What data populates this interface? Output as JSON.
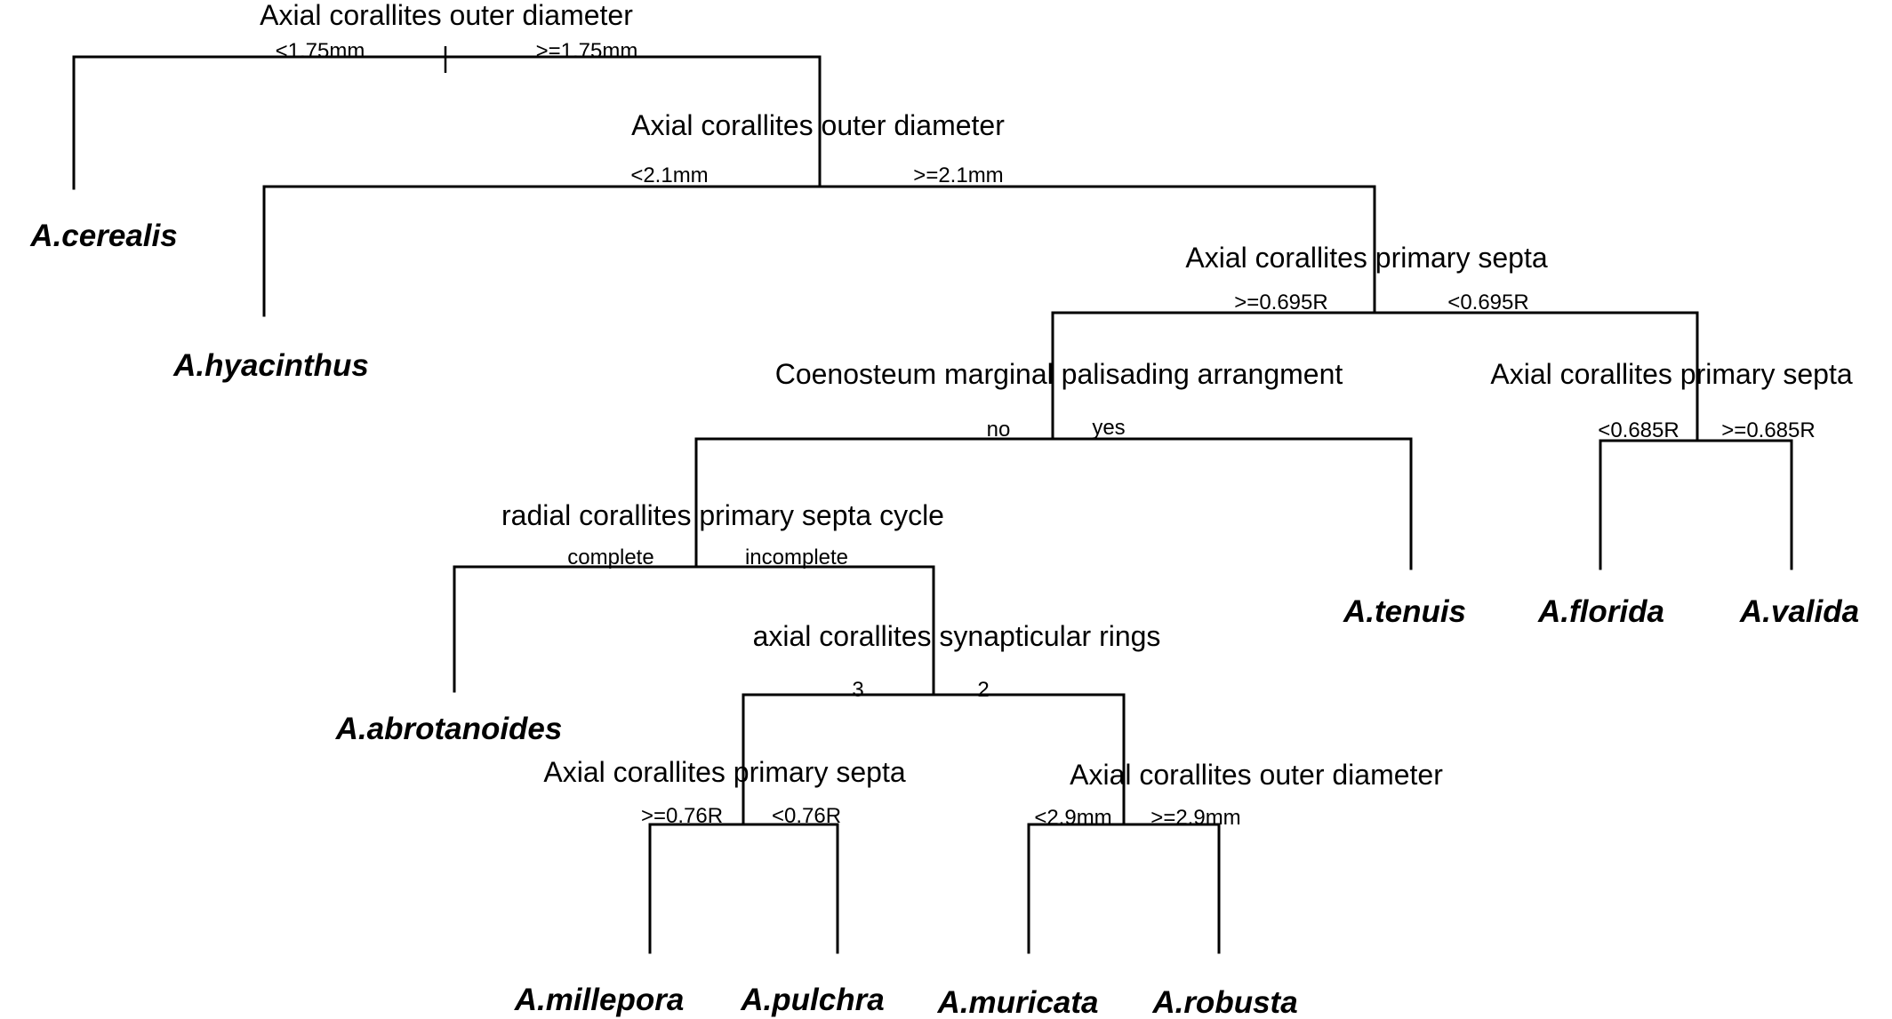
{
  "tree": {
    "nodes": {
      "n_outer_175": {
        "split": "Axial corallites outer diameter",
        "left_condition": "<1.75mm",
        "right_condition": ">=1.75mm"
      },
      "n_outer_21": {
        "split": "Axial corallites outer diameter",
        "left_condition": "<2.1mm",
        "right_condition": ">=2.1mm"
      },
      "n_septa_0695": {
        "split": "Axial corallites primary septa",
        "left_condition": ">=0.695R",
        "right_condition": "<0.695R"
      },
      "n_palisading": {
        "split": "Coenosteum marginal palisading arrangment",
        "left_condition": "no",
        "right_condition": "yes"
      },
      "n_septa_0685": {
        "split": "Axial corallites primary septa",
        "left_condition": "<0.685R",
        "right_condition": ">=0.685R"
      },
      "n_cycle": {
        "split": "radial corallites primary septa cycle",
        "left_condition": "complete",
        "right_condition": "incomplete"
      },
      "n_rings": {
        "split": "axial corallites synapticular rings",
        "left_condition": "3",
        "right_condition": "2"
      },
      "n_septa_076": {
        "split": "Axial corallites primary septa",
        "left_condition": ">=0.76R",
        "right_condition": "<0.76R"
      },
      "n_outer_29": {
        "split": "Axial corallites outer diameter",
        "left_condition": "<2.9mm",
        "right_condition": ">=2.9mm"
      }
    },
    "leaves": {
      "cerealis": "A.cerealis",
      "hyacinthus": "A.hyacinthus",
      "tenuis": "A.tenuis",
      "florida": "A.florida",
      "valida": "A.valida",
      "abrotanoides": "A.abrotanoides",
      "millepora": "A.millepora",
      "pulchra": "A.pulchra",
      "muricata": "A.muricata",
      "robusta": "A.robusta"
    }
  }
}
